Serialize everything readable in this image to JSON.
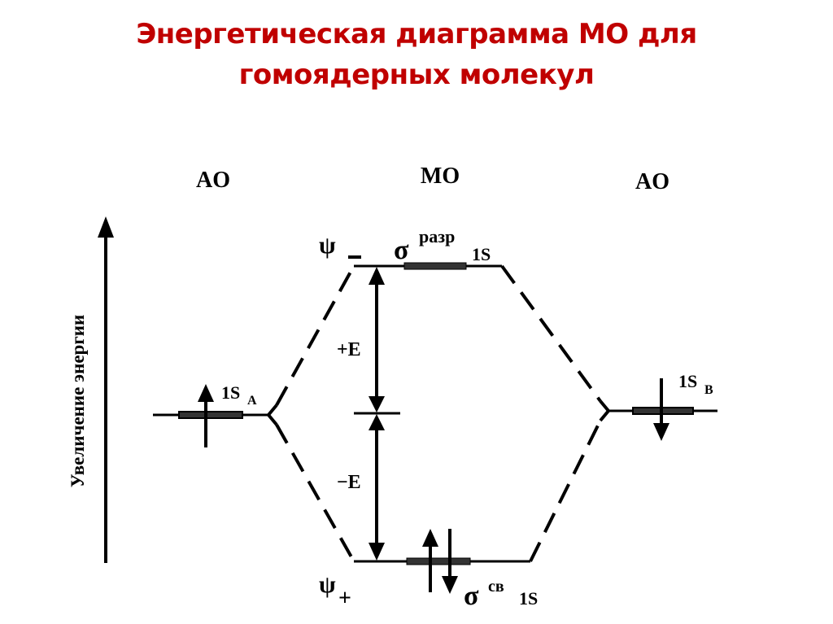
{
  "title": {
    "line1": "Энергетическая диаграмма МО для",
    "line2": "гомоядерных молекул",
    "color": "#c00000"
  },
  "diagram": {
    "column_labels": {
      "left": "AO",
      "center": "MO",
      "right": "AO"
    },
    "energy_axis": {
      "label": "Увеличение энергии",
      "direction": "up"
    },
    "levels": {
      "antibonding": {
        "psi_symbol": "ψ",
        "psi_sign": "–",
        "sigma": "σ",
        "superscript": "разр",
        "subscript": "1S",
        "electrons": []
      },
      "bonding": {
        "psi_symbol": "ψ",
        "psi_sign": "+",
        "sigma": "σ",
        "superscript": "св",
        "subscript": "1S",
        "electrons": [
          "up",
          "down"
        ]
      },
      "atom_a": {
        "label": "1S",
        "subscript": "A",
        "electrons": [
          "up"
        ]
      },
      "atom_b": {
        "label": "1S",
        "subscript": "B",
        "electrons": [
          "down"
        ]
      }
    },
    "energy_shifts": {
      "up": "+E",
      "down": "−E"
    },
    "line_color": "#000000",
    "bar_color": "#333333"
  }
}
